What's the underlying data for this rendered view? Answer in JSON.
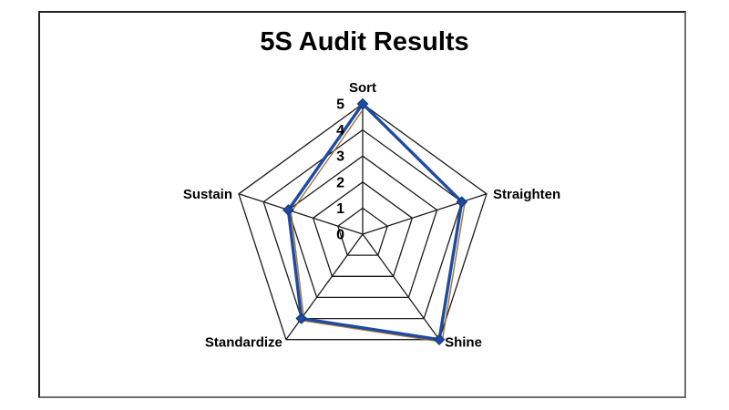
{
  "chart_data": {
    "type": "radar",
    "title": "5S Audit Results",
    "categories": [
      "Sort",
      "Straighten",
      "Shine",
      "Standardize",
      "Sustain"
    ],
    "series": [
      {
        "values": [
          5,
          4,
          5,
          4,
          3
        ]
      }
    ],
    "scale": {
      "min": 0,
      "max": 5,
      "step": 1,
      "tick_labels": [
        "0",
        "1",
        "2",
        "3",
        "4",
        "5"
      ]
    },
    "grid": true,
    "legend_position": "none",
    "colors": {
      "series_line": "#1d4ba2",
      "marker_fill": "#1d4ba2",
      "marker_edge": "#153a78",
      "series_shadow": "#9e6a2e",
      "grid_line": "#1c1c1c",
      "text": "#000000",
      "background": "#ffffff"
    }
  }
}
